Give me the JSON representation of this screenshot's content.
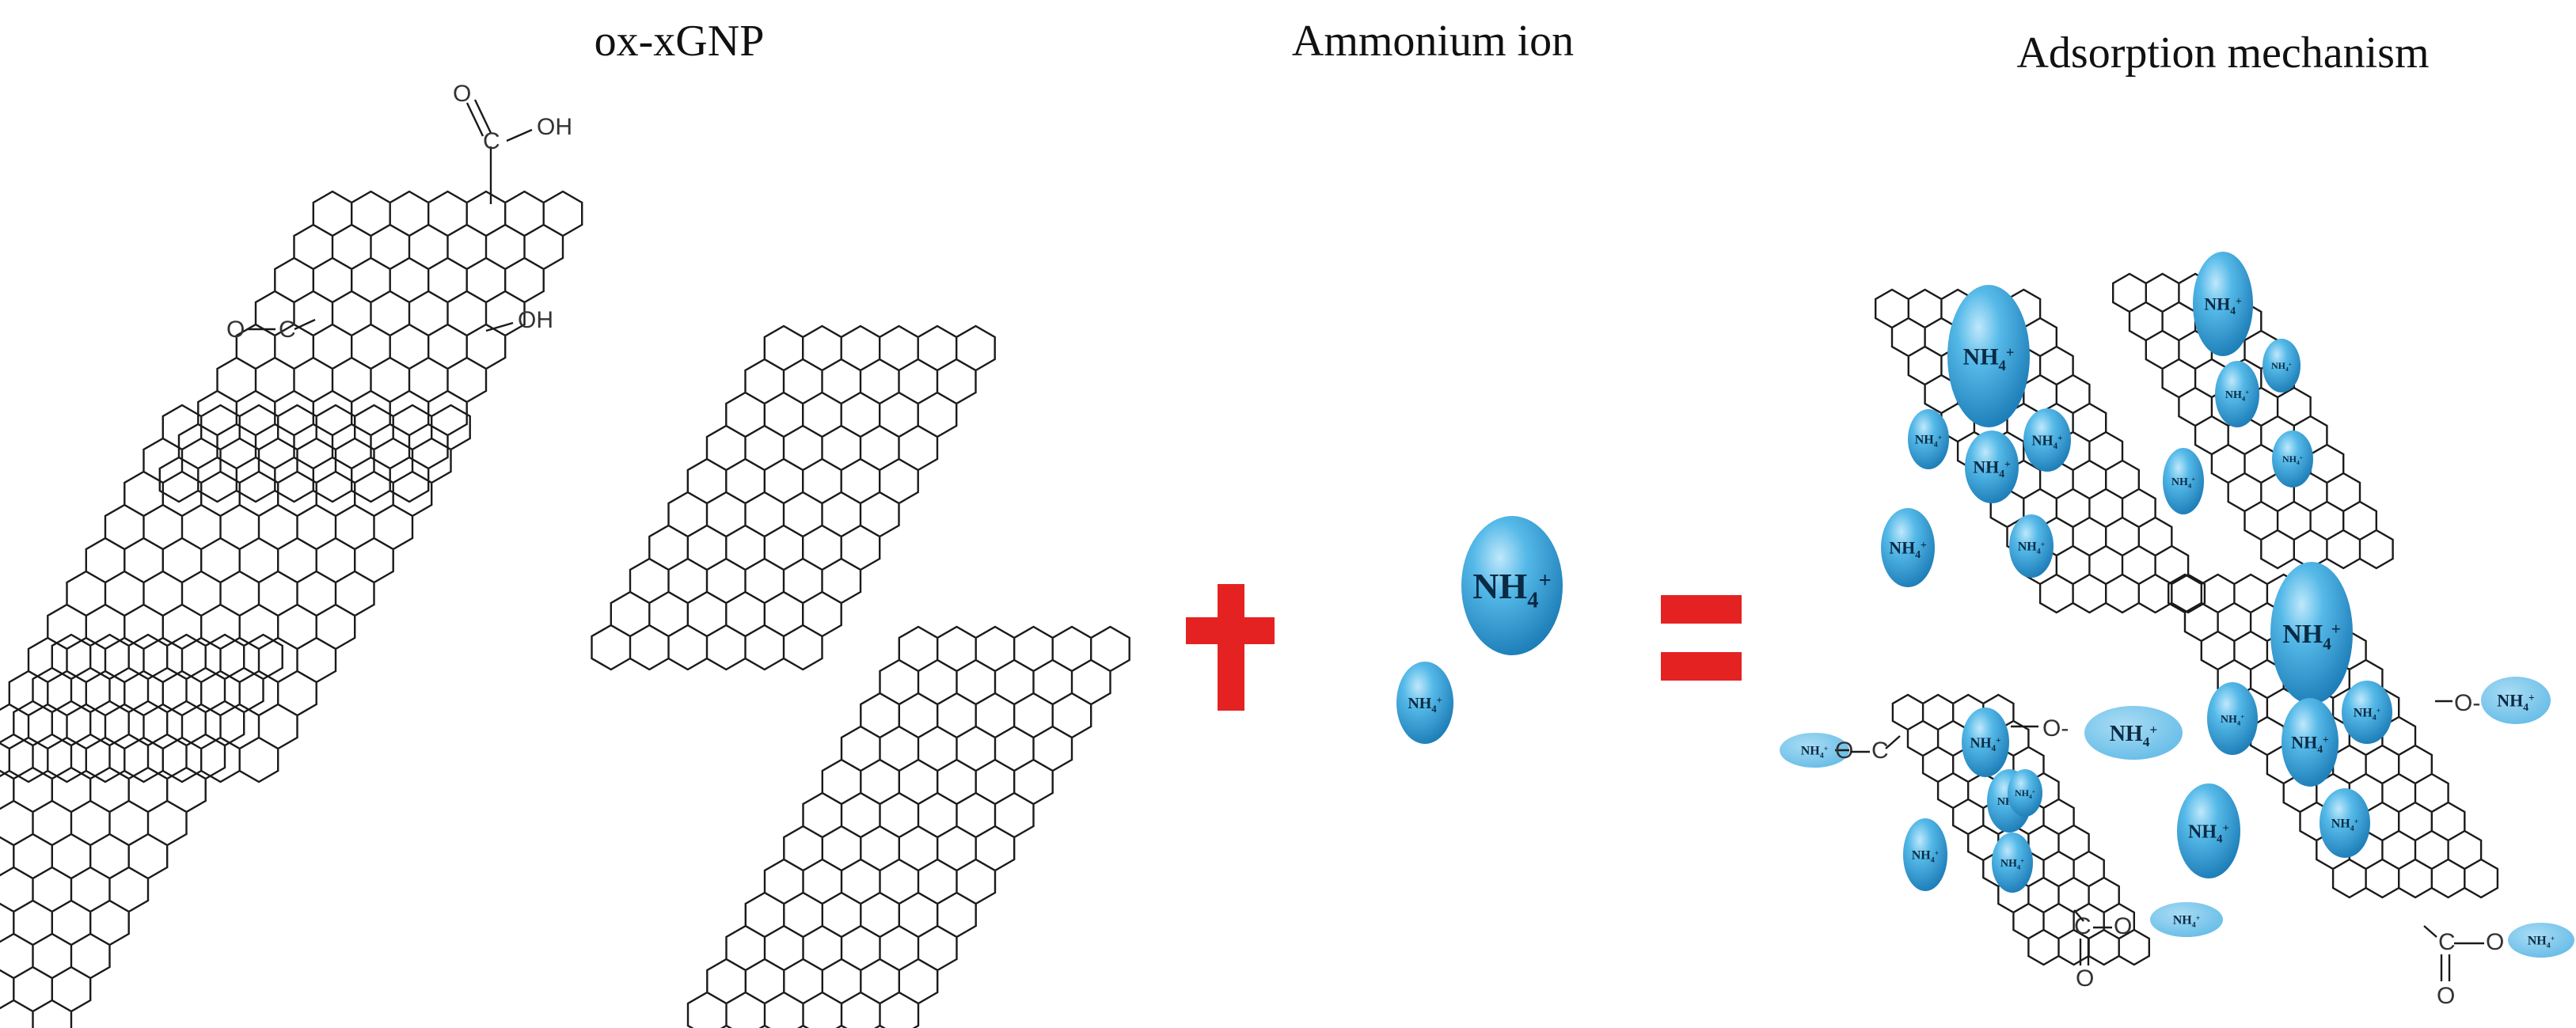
{
  "titles": {
    "ox_xgnp": "ox-xGNP",
    "ammonium": "Ammonium ion",
    "mechanism": "Adsorption mechanism"
  },
  "operators": {
    "plus": "+",
    "equals": "="
  },
  "functional_groups": {
    "cooh_O": "O",
    "cooh_C": "C",
    "cooh_OH": "OH",
    "phenol_OH": "OH",
    "ester_O": "O",
    "ester_C": "C"
  },
  "ion": {
    "main": "NH",
    "sub": "4",
    "sup": "+"
  },
  "mechanism_links": {
    "o_minus": "O-",
    "c": "C",
    "o": "O"
  },
  "colors": {
    "ion_fill": "#3ea9e0",
    "ion_dark": "#1f7fb8",
    "plus_red": "#e52222",
    "equals_red": "#e52222",
    "bond_black": "#1a1a1a"
  }
}
